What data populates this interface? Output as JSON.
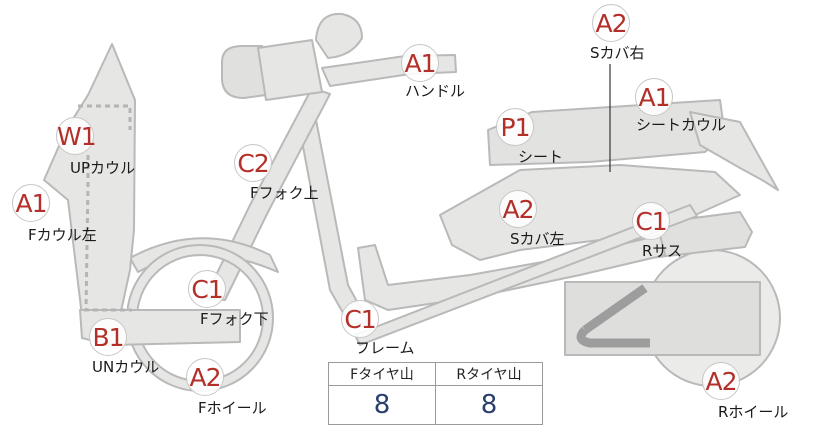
{
  "parts": [
    {
      "key": "s-cover-right",
      "grade": "A2",
      "label": "Sカバ右"
    },
    {
      "key": "handle",
      "grade": "A1",
      "label": "ハンドル"
    },
    {
      "key": "seat-cowl",
      "grade": "A1",
      "label": "シートカウル"
    },
    {
      "key": "up-cowl",
      "grade": "W1",
      "label": "UPカウル"
    },
    {
      "key": "seat",
      "grade": "P1",
      "label": "シート"
    },
    {
      "key": "fork-upper",
      "grade": "C2",
      "label": "Fフォク上"
    },
    {
      "key": "f-cowl-left",
      "grade": "A1",
      "label": "Fカウル左"
    },
    {
      "key": "s-cover-left",
      "grade": "A2",
      "label": "Sカバ左"
    },
    {
      "key": "r-suspension",
      "grade": "C1",
      "label": "Rサス"
    },
    {
      "key": "fork-lower",
      "grade": "C1",
      "label": "Fフォク下"
    },
    {
      "key": "frame",
      "grade": "C1",
      "label": "フレーム"
    },
    {
      "key": "un-cowl",
      "grade": "B1",
      "label": "UNカウル"
    },
    {
      "key": "f-wheel",
      "grade": "A2",
      "label": "Fホイール"
    },
    {
      "key": "r-wheel",
      "grade": "A2",
      "label": "Rホイール"
    }
  ],
  "tyre": {
    "front_label": "Fタイヤ山",
    "rear_label": "Rタイヤ山",
    "front_value": "8",
    "rear_value": "8"
  }
}
